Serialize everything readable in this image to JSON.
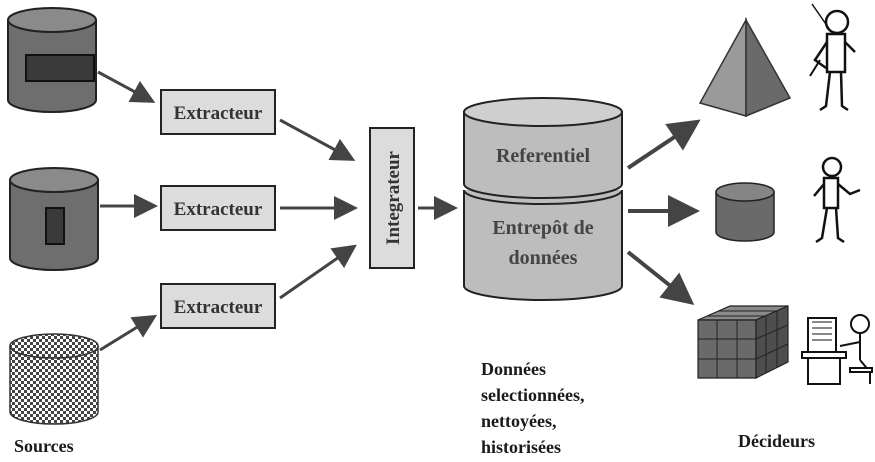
{
  "diagram": {
    "sources_label": "Sources",
    "extractors": [
      "Extracteur",
      "Extracteur",
      "Extracteur"
    ],
    "integrator_label": "Integrateur",
    "warehouse": {
      "top_label": "Referentiel",
      "bottom_label_line1": "Entrepôt de",
      "bottom_label_line2": "données"
    },
    "data_caption": [
      "Données",
      "selectionnées,",
      "nettoyées,",
      "historisées"
    ],
    "deciders_label": "Décideurs",
    "colors": {
      "box_fill": "#dcdcdc",
      "dark_cylinder": "#6e6e6e",
      "warehouse_fill": "#bdbdbd",
      "arrow": "#444444"
    },
    "icons": [
      "database-icon",
      "pyramid-icon",
      "cylinder-icon",
      "cube-icon",
      "person-icon",
      "computer-user-icon"
    ]
  }
}
